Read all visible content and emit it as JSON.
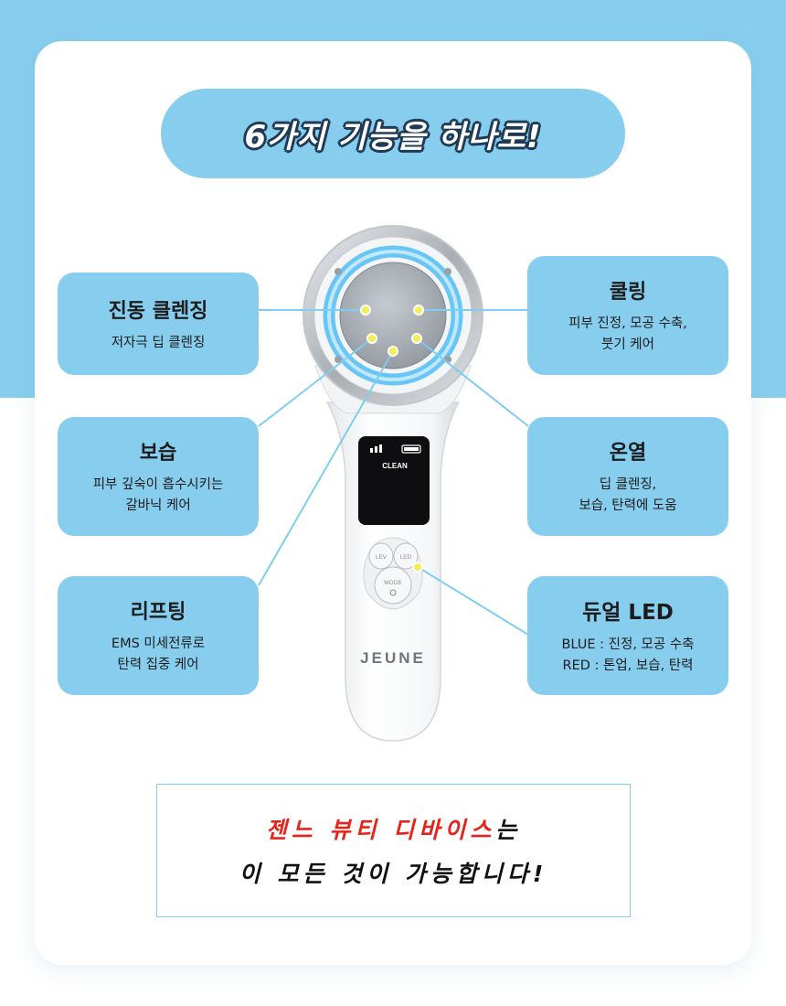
{
  "title": "6가지 기능을 하나로!",
  "features": [
    {
      "title": "진동 클렌징",
      "desc": [
        "저자극 딥 클렌징"
      ]
    },
    {
      "title": "보습",
      "desc": [
        "피부 깊숙이 흡수시키는",
        "갈바닉 케어"
      ]
    },
    {
      "title": "리프팅",
      "desc": [
        "EMS 미세전류로",
        "탄력 집중 케어"
      ]
    },
    {
      "title": "쿨링",
      "desc": [
        "피부 진정, 모공 수축,",
        "붓기 케어"
      ]
    },
    {
      "title": "온열",
      "desc": [
        "딥 클렌징,",
        "보습, 탄력에 도움"
      ]
    },
    {
      "title": "듀얼 LED",
      "desc": [
        "BLUE : 진정, 모공 수축",
        "RED :  톤업, 보습, 탄력"
      ]
    }
  ],
  "device": {
    "screen_label": "CLEAN",
    "button_lev": "LEV",
    "button_led": "LED",
    "button_mode": "MODE",
    "brand": "JEUNE"
  },
  "message": {
    "highlight": "젠느 뷰티 디바이스",
    "suffix": "는",
    "line2": "이 모든 것이 가능합니다!"
  },
  "colors": {
    "accent": "#86cdee",
    "highlight_text": "#e8231b",
    "led_blue": "#5fc3f5",
    "dot_yellow": "#f2ee55"
  }
}
